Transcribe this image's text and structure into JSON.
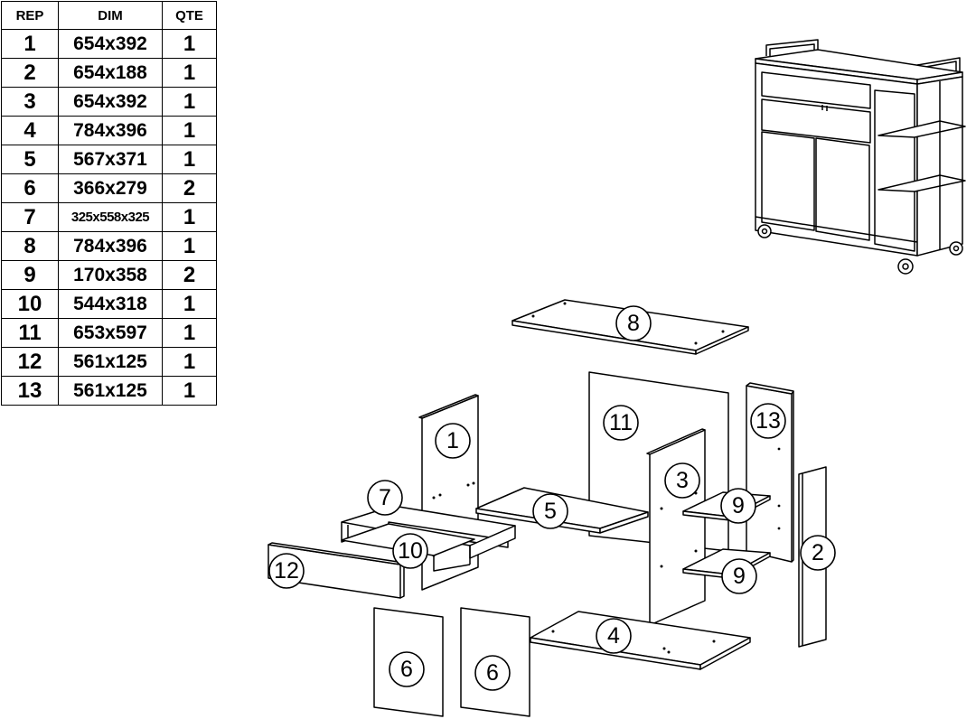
{
  "table": {
    "headers": {
      "rep": "REP",
      "dim": "DIM",
      "qte": "QTE"
    },
    "rows": [
      {
        "rep": "1",
        "dim": "654x392",
        "qte": "1"
      },
      {
        "rep": "2",
        "dim": "654x188",
        "qte": "1"
      },
      {
        "rep": "3",
        "dim": "654x392",
        "qte": "1"
      },
      {
        "rep": "4",
        "dim": "784x396",
        "qte": "1"
      },
      {
        "rep": "5",
        "dim": "567x371",
        "qte": "1"
      },
      {
        "rep": "6",
        "dim": "366x279",
        "qte": "2"
      },
      {
        "rep": "7",
        "dim": "325x558x325",
        "qte": "1"
      },
      {
        "rep": "8",
        "dim": "784x396",
        "qte": "1"
      },
      {
        "rep": "9",
        "dim": "170x358",
        "qte": "2"
      },
      {
        "rep": "10",
        "dim": "544x318",
        "qte": "1"
      },
      {
        "rep": "11",
        "dim": "653x597",
        "qte": "1"
      },
      {
        "rep": "12",
        "dim": "561x125",
        "qte": "1"
      },
      {
        "rep": "13",
        "dim": "561x125",
        "qte": "1"
      }
    ]
  },
  "callouts": {
    "c1": "1",
    "c2": "2",
    "c3": "3",
    "c4": "4",
    "c5": "5",
    "c6a": "6",
    "c6b": "6",
    "c7": "7",
    "c8": "8",
    "c9a": "9",
    "c9b": "9",
    "c10": "10",
    "c11": "11",
    "c12": "12",
    "c13": "13"
  }
}
